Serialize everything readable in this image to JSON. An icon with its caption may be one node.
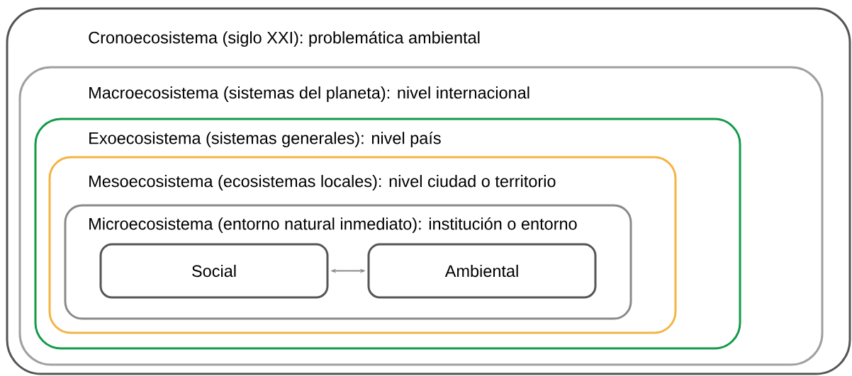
{
  "diagram": {
    "nodes": [
      {
        "text": [
          "Cronoecosistema (siglo XXI): problemática ambiental"
        ]
      },
      {
        "text": [
          "Macroecosistema (sistemas del planeta): nivel internacional"
        ],
        "in": 0
      },
      {
        "text": [
          "Exoecosistema (sistemas generales): nivel país"
        ],
        "in": 1
      },
      {
        "text": [
          "Mesoecosistema (ecosistemas locales): nivel ciudad o territorio"
        ],
        "in": 2
      },
      {
        "text": [
          "Microecosistema (entorno natural inmediato): institución o entorno"
        ],
        "in": 3
      },
      {
        "text": [
          "Social"
        ],
        "in": 4
      },
      {
        "text": [
          "Ambiental"
        ],
        "in": 4
      }
    ],
    "edges": [
      {
        "from": 5,
        "to": 6,
        "arrow": "both",
        "color": "#8c8c8c"
      }
    ]
  }
}
